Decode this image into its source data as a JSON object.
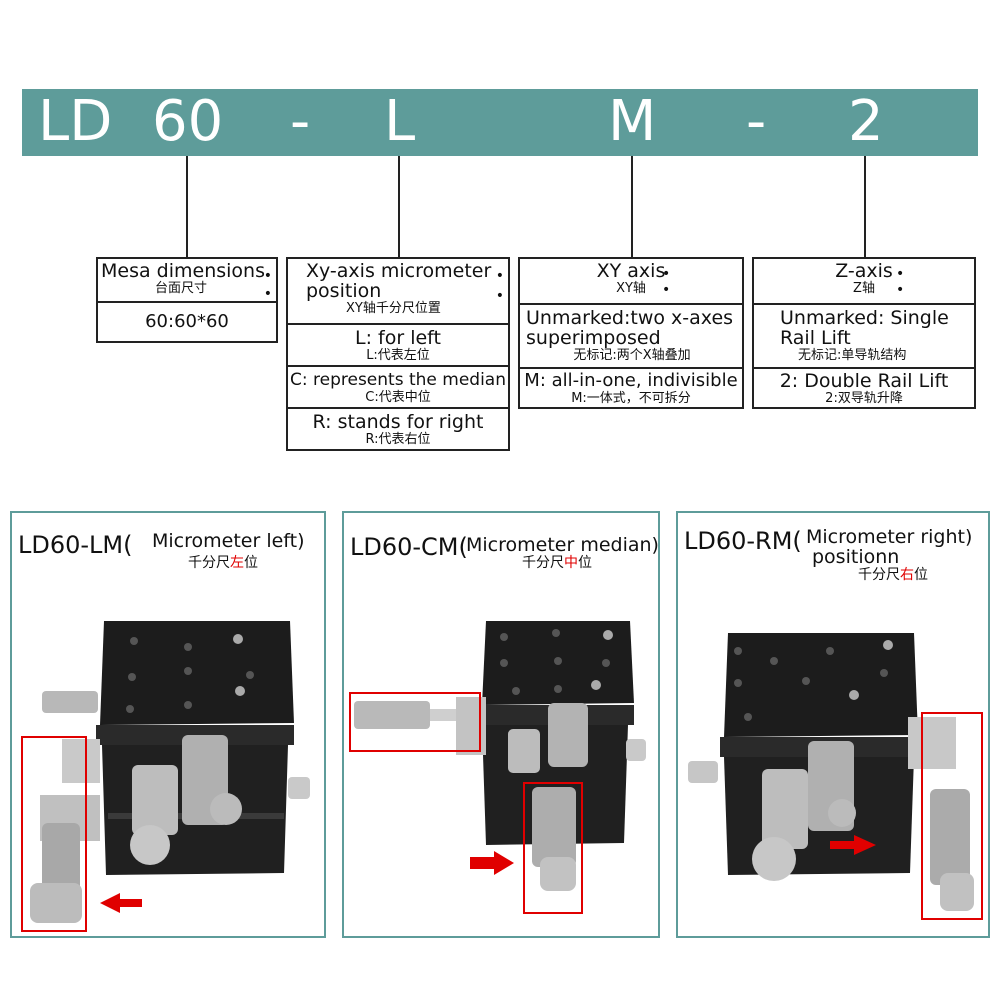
{
  "banner": {
    "codes": [
      "LD",
      "60",
      "-",
      "L",
      "M",
      "-",
      "2"
    ],
    "color": "#5e9c9a"
  },
  "boxes": {
    "mesa": {
      "title": "Mesa dimensions",
      "title_cn": "台面尺寸",
      "value": "60:60*60"
    },
    "position": {
      "title": "Xy-axis micrometer position",
      "title_cn": "XY轴千分尺位置",
      "rows": [
        {
          "en": "L: for left",
          "cn": "L:代表左位"
        },
        {
          "en": "C: represents the median",
          "cn": "C:代表中位"
        },
        {
          "en": "R: stands for right",
          "cn": "R:代表右位"
        }
      ]
    },
    "xy": {
      "title": "XY axis",
      "title_cn": "XY轴",
      "rows": [
        {
          "en": "Unmarked:two x-axes superimposed",
          "cn": "无标记:两个X轴叠加"
        },
        {
          "en": "M: all-in-one, indivisible",
          "cn": "M:一体式，不可拆分"
        }
      ]
    },
    "z": {
      "title": "Z-axis",
      "title_cn": "Z轴",
      "rows": [
        {
          "en": "Unmarked: Single Rail Lift",
          "cn": "无标记:单导轨结构"
        },
        {
          "en": "2: Double Rail Lift",
          "cn": "2:双导轨升降"
        }
      ]
    }
  },
  "panels": [
    {
      "model": "LD60-LM(",
      "desc": "Micrometer left",
      "close": ")",
      "cn_pre": "千分尺",
      "cn_red": "左",
      "cn_post": "位"
    },
    {
      "model": "LD60-CM(",
      "desc": "Micrometer median",
      "close": ")",
      "cn_pre": "千分尺",
      "cn_red": "中",
      "cn_post": "位"
    },
    {
      "model": "LD60-RM(",
      "desc": "Micrometer right",
      "close": ")",
      "desc2": "positionn",
      "cn_pre": "千分尺",
      "cn_red": "右",
      "cn_post": "位"
    }
  ],
  "colors": {
    "accent": "#5e9c9a",
    "highlight": "#e00000",
    "stage": "#1c1c1c",
    "metal": "#c8c8c8"
  }
}
